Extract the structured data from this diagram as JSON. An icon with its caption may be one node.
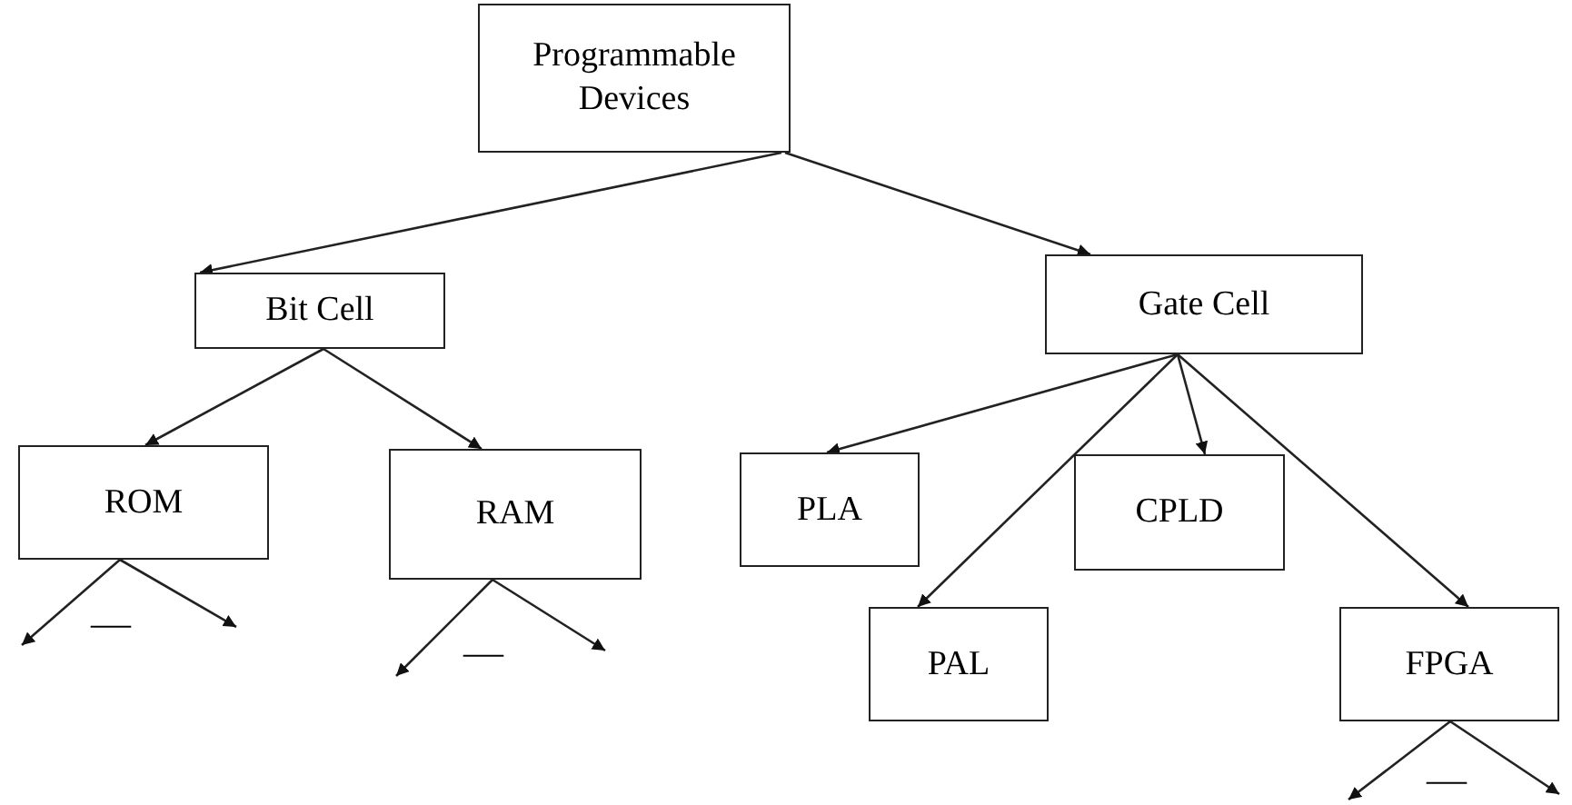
{
  "diagram": {
    "nodes": [
      {
        "text": [
          "Programmable Devices"
        ]
      },
      {
        "text": [
          "Bit Cell"
        ]
      },
      {
        "text": [
          "Gate Cell"
        ]
      },
      {
        "text": [
          "ROM"
        ]
      },
      {
        "text": [
          "RAM"
        ]
      },
      {
        "text": [
          "PLA"
        ]
      },
      {
        "text": [
          "CPLD"
        ]
      },
      {
        "text": [
          "PAL"
        ]
      },
      {
        "text": [
          "FPGA"
        ]
      }
    ],
    "edges": [
      {
        "from": 0,
        "to": 1,
        "arrow": "to"
      },
      {
        "from": 0,
        "to": 2,
        "arrow": "to"
      },
      {
        "from": 1,
        "to": 3,
        "arrow": "to"
      },
      {
        "from": 1,
        "to": 4,
        "arrow": "to"
      },
      {
        "from": 2,
        "to": 5,
        "arrow": "to"
      },
      {
        "from": 2,
        "to": 6,
        "arrow": "to"
      },
      {
        "from": 2,
        "to": 7,
        "arrow": "to"
      },
      {
        "from": 2,
        "to": 8,
        "arrow": "to"
      },
      {
        "from": 3,
        "to": null,
        "arrow": "to"
      },
      {
        "from": 3,
        "to": null,
        "arrow": "to"
      },
      {
        "from": 4,
        "to": null,
        "arrow": "to"
      },
      {
        "from": 4,
        "to": null,
        "arrow": "to"
      },
      {
        "from": 8,
        "to": null,
        "arrow": "to"
      },
      {
        "from": 8,
        "to": null,
        "arrow": "to"
      }
    ],
    "labels": [
      "—",
      "—",
      "—"
    ]
  }
}
